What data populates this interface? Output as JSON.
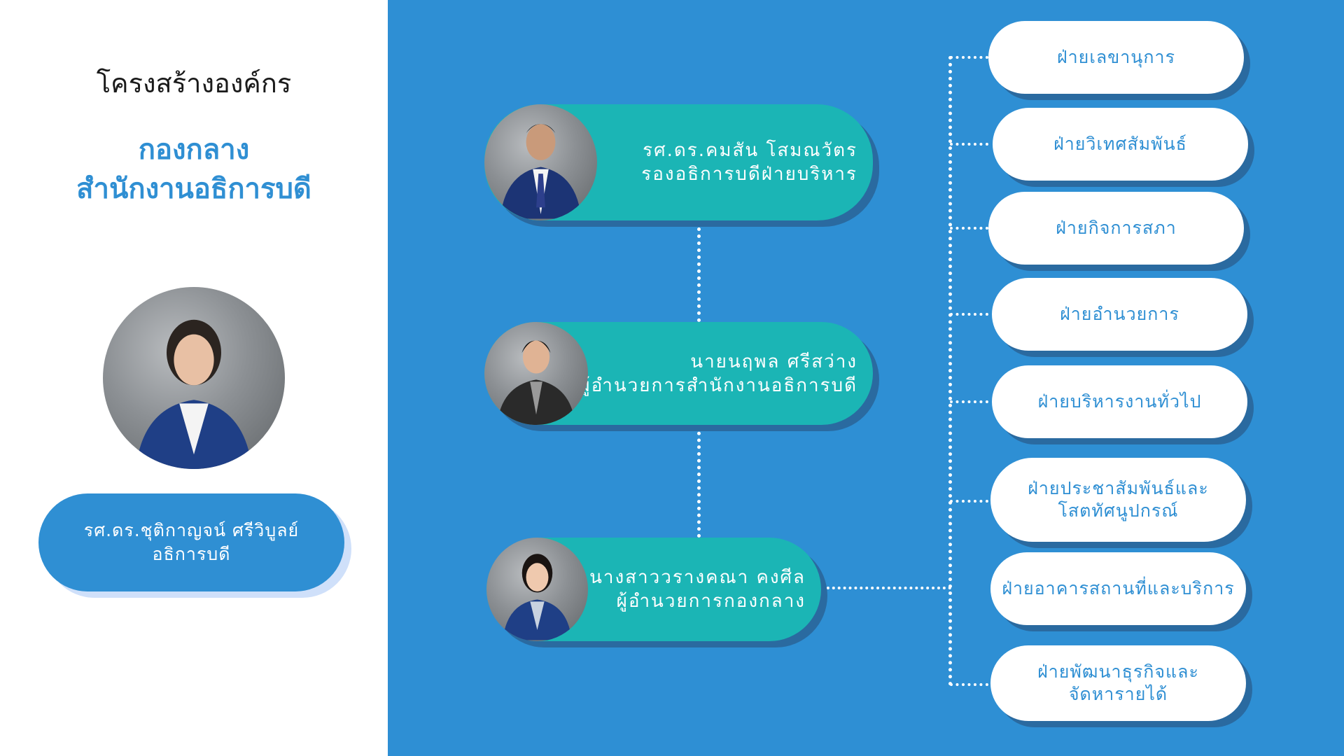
{
  "left": {
    "title": "โครงสร้างองค์กร",
    "unit_line1": "กองกลาง",
    "unit_line2": "สำนักงานอธิการบดี",
    "chief": {
      "name": "รศ.ดร.ชุติกาญจน์ ศรีวิบูลย์",
      "position": "อธิการบดี"
    }
  },
  "hierarchy": [
    {
      "name": "รศ.ดร.คมสัน โสมณวัตร",
      "position": "รองอธิการบดีฝ่ายบริหาร"
    },
    {
      "name": "นายนฤพล ศรีสว่าง",
      "position": "ผู้อำนวยการสำนักงานอธิการบดี"
    },
    {
      "name": "นางสาววรางคณา คงศีล",
      "position": "ผู้อำนวยการกองกลาง"
    }
  ],
  "departments": [
    {
      "line1": "ฝ่ายเลขานุการ",
      "line2": ""
    },
    {
      "line1": "ฝ่ายวิเทศสัมพันธ์",
      "line2": ""
    },
    {
      "line1": "ฝ่ายกิจการสภา",
      "line2": ""
    },
    {
      "line1": "ฝ่ายอำนวยการ",
      "line2": ""
    },
    {
      "line1": "ฝ่ายบริหารงานทั่วไป",
      "line2": ""
    },
    {
      "line1": "ฝ่ายประชาสัมพันธ์และ",
      "line2": "โสตทัศนูปกรณ์"
    },
    {
      "line1": "ฝ่ายอาคารสถานที่และบริการ",
      "line2": ""
    },
    {
      "line1": "ฝ่ายพัฒนาธุรกิจและ",
      "line2": "จัดหารายได้"
    }
  ],
  "colors": {
    "panel_blue": "#2e8fd4",
    "teal": "#1bb5b5",
    "heading_blue": "#2f8fd3",
    "shadow": "#2a6aa0"
  }
}
